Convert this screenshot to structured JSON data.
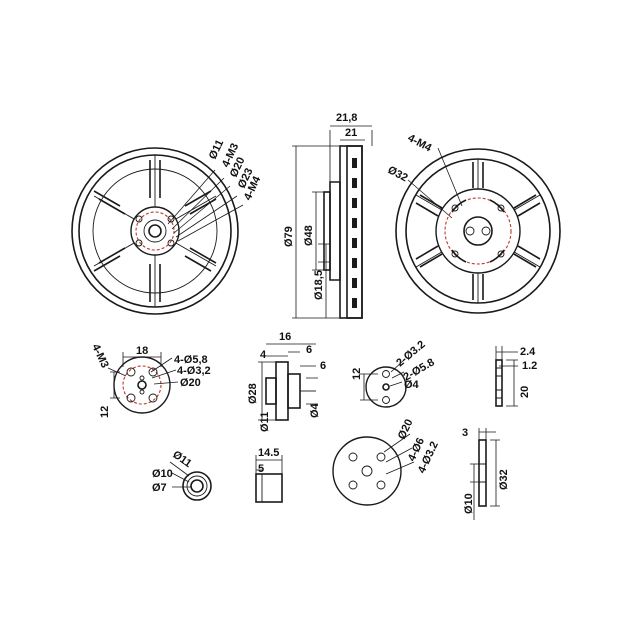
{
  "labels": {
    "front_d11": "Ø11",
    "front_m3": "4-M3",
    "front_d20": "Ø20",
    "front_d23": "Ø23",
    "front_m4": "4-M4",
    "side_w218": "21,8",
    "side_w21": "21",
    "side_d79": "Ø79",
    "side_d48": "Ø48",
    "side_d185": "Ø18,5",
    "back_m4": "4-M4",
    "back_d32": "Ø32",
    "b1_18": "18",
    "b1_m3": "4-M3",
    "b1_d58": "4-Ø5,8",
    "b1_d32": "4-Ø3,2",
    "b1_d20": "Ø20",
    "b1_12": "12",
    "shaft_16": "16",
    "shaft_4": "4",
    "shaft_6a": "6",
    "shaft_6b": "6",
    "shaft_d28": "Ø28",
    "shaft_d11": "Ø11",
    "shaft_d4": "Ø4",
    "b3_12": "12",
    "b3_d32": "2-Ø3.2",
    "b3_d58": "2-Ø5.8",
    "b3_d4": "Ø4",
    "sp_24": "2.4",
    "sp_12": "1.2",
    "sp_20": "20",
    "w_d11": "Ø11",
    "w_d10": "Ø10",
    "w_d7": "Ø7",
    "tube_145": "14.5",
    "tube_5": "5",
    "hub_d20": "Ø20",
    "hub_d6": "4-Ø6",
    "hub_d32": "4-Ø3.2",
    "disc_3": "3",
    "disc_d32": "Ø32",
    "disc_d10": "Ø10"
  },
  "colors": {
    "line": "#1a1a1a",
    "accent": "#c0392b",
    "background": "#ffffff"
  }
}
